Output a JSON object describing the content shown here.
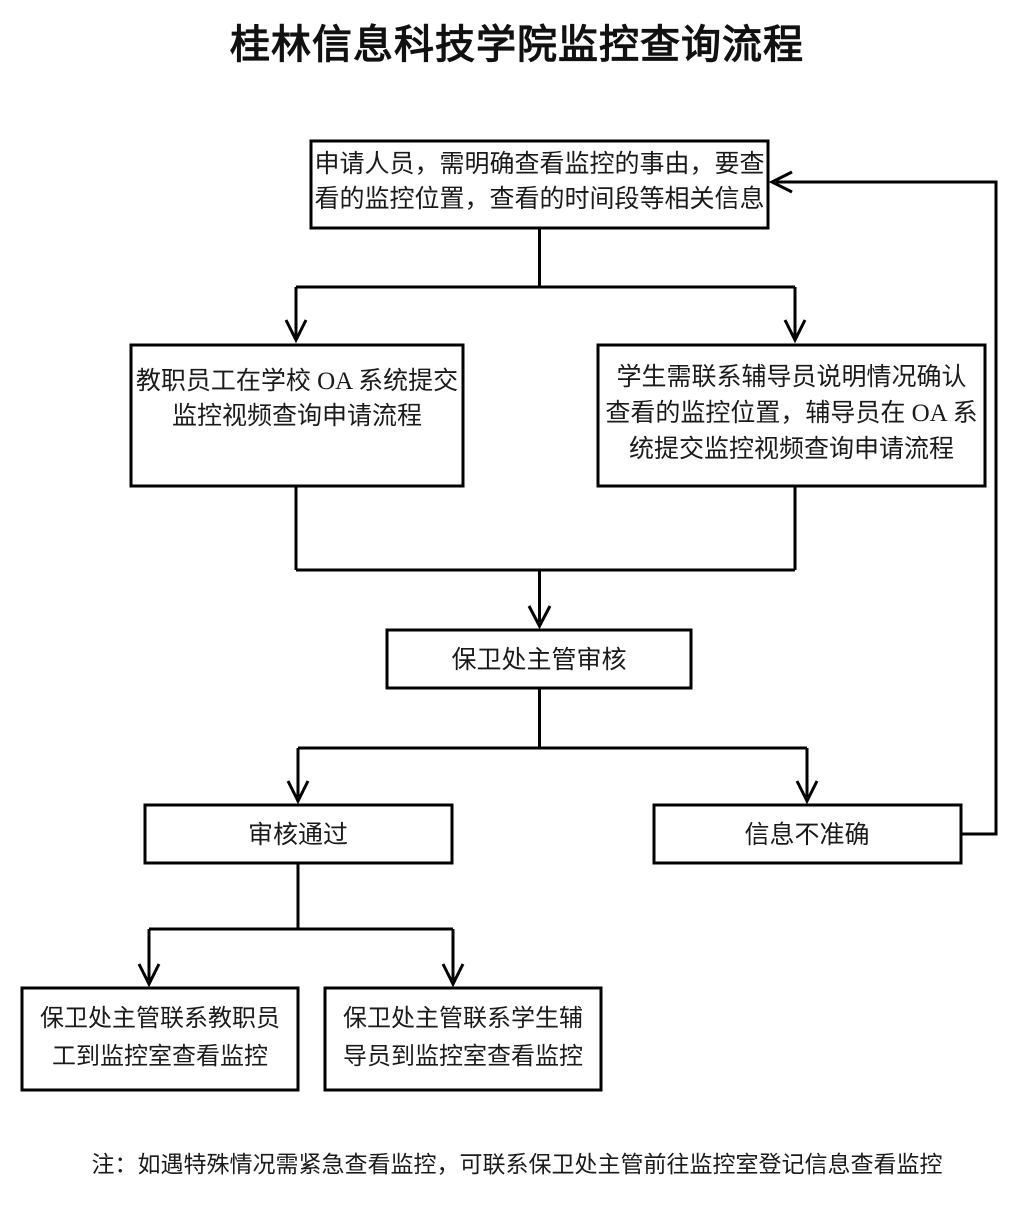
{
  "page": {
    "title": "桂林信息科技学院监控查询流程",
    "background_color": "#ffffff",
    "line_color": "#000000",
    "text_color": "#1a1a1a"
  },
  "nodes": {
    "applicant": {
      "id": "applicant",
      "lines": [
        "申请人员，需明确查看监控的事由，要查",
        "看的监控位置，查看的时间段等相关信息"
      ],
      "full_text": "申请人员，需明确查看监控的事由，要查看的监控位置，查看的时间段等相关信息"
    },
    "staff_oa": {
      "id": "staff_oa",
      "lines": [
        "教职员工在学校 OA 系统提交",
        "监控视频查询申请流程"
      ],
      "full_text": "教职员工在学校OA系统提交监控视频查询申请流程"
    },
    "student_counselor": {
      "id": "student_counselor",
      "lines": [
        "学生需联系辅导员说明情况确认",
        "查看的监控位置，辅导员在 OA 系",
        "统提交监控视频查询申请流程"
      ],
      "full_text": "学生需联系辅导员说明情况确认查看的监控位置，辅导员在OA系统提交监控视频查询申请流程"
    },
    "security_review": {
      "id": "security_review",
      "lines": [
        "保卫处主管审核"
      ],
      "full_text": "保卫处主管审核"
    },
    "approved": {
      "id": "approved",
      "lines": [
        "审核通过"
      ],
      "full_text": "审核通过"
    },
    "info_inaccurate": {
      "id": "info_inaccurate",
      "lines": [
        "信息不准确"
      ],
      "full_text": "信息不准确"
    },
    "staff_to_room": {
      "id": "staff_to_room",
      "lines": [
        "保卫处主管联系教职员",
        "工到监控室查看监控"
      ],
      "full_text": "保卫处主管联系教职员工到监控室查看监控"
    },
    "counselor_to_room": {
      "id": "counselor_to_room",
      "lines": [
        "保卫处主管联系学生辅",
        "导员到监控室查看监控"
      ],
      "full_text": "保卫处主管联系学生辅导员到监控室查看监控"
    }
  },
  "edges": [
    {
      "id": "applicant-to-staff",
      "from": "applicant",
      "to": "staff_oa",
      "label": ""
    },
    {
      "id": "applicant-to-student",
      "from": "applicant",
      "to": "student_counselor",
      "label": ""
    },
    {
      "id": "staff-to-review",
      "from": "staff_oa",
      "to": "security_review",
      "label": ""
    },
    {
      "id": "student-to-review",
      "from": "student_counselor",
      "to": "security_review",
      "label": ""
    },
    {
      "id": "review-to-approved",
      "from": "security_review",
      "to": "approved",
      "label": ""
    },
    {
      "id": "review-to-inaccurate",
      "from": "security_review",
      "to": "info_inaccurate",
      "label": ""
    },
    {
      "id": "approved-to-staff-room",
      "from": "approved",
      "to": "staff_to_room",
      "label": ""
    },
    {
      "id": "approved-to-counselor-room",
      "from": "approved",
      "to": "counselor_to_room",
      "label": ""
    },
    {
      "id": "inaccurate-back-to-applicant",
      "from": "info_inaccurate",
      "to": "applicant",
      "label": ""
    }
  ],
  "footer": {
    "note": "注：如遇特殊情况需紧急查看监控，可联系保卫处主管前往监控室登记信息查看监控"
  }
}
